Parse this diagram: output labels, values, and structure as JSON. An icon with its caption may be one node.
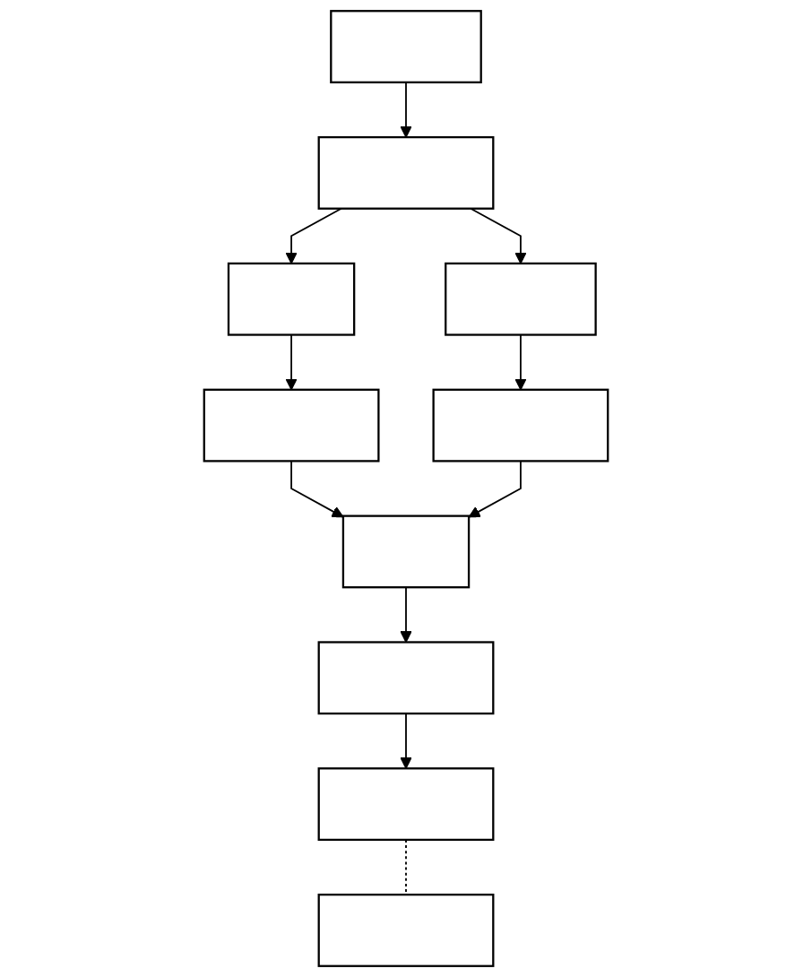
{
  "diagram": {
    "nodes": [
      {
        "text": [],
        "shape": "box"
      },
      {
        "text": [],
        "shape": "box"
      },
      {
        "text": [],
        "shape": "box"
      },
      {
        "text": [],
        "shape": "box"
      },
      {
        "text": [],
        "shape": "box"
      },
      {
        "text": [],
        "shape": "box"
      },
      {
        "text": [],
        "shape": "box"
      },
      {
        "text": [],
        "shape": "box"
      },
      {
        "text": [],
        "shape": "box"
      },
      {
        "text": [],
        "shape": "box"
      }
    ],
    "edges": [
      {
        "from": 0,
        "to": 1,
        "arrow": "to"
      },
      {
        "from": 1,
        "to": 2,
        "arrow": "to"
      },
      {
        "from": 1,
        "to": 3,
        "arrow": "to"
      },
      {
        "from": 2,
        "to": 4,
        "arrow": "to"
      },
      {
        "from": 3,
        "to": 5,
        "arrow": "to"
      },
      {
        "from": 4,
        "to": 6,
        "arrow": "to"
      },
      {
        "from": 5,
        "to": 6,
        "arrow": "to"
      },
      {
        "from": 6,
        "to": 7,
        "arrow": "to"
      },
      {
        "from": 7,
        "to": 8,
        "arrow": "to"
      },
      {
        "from": 8,
        "to": 9,
        "arrow": "none",
        "style": "dashed"
      }
    ]
  }
}
